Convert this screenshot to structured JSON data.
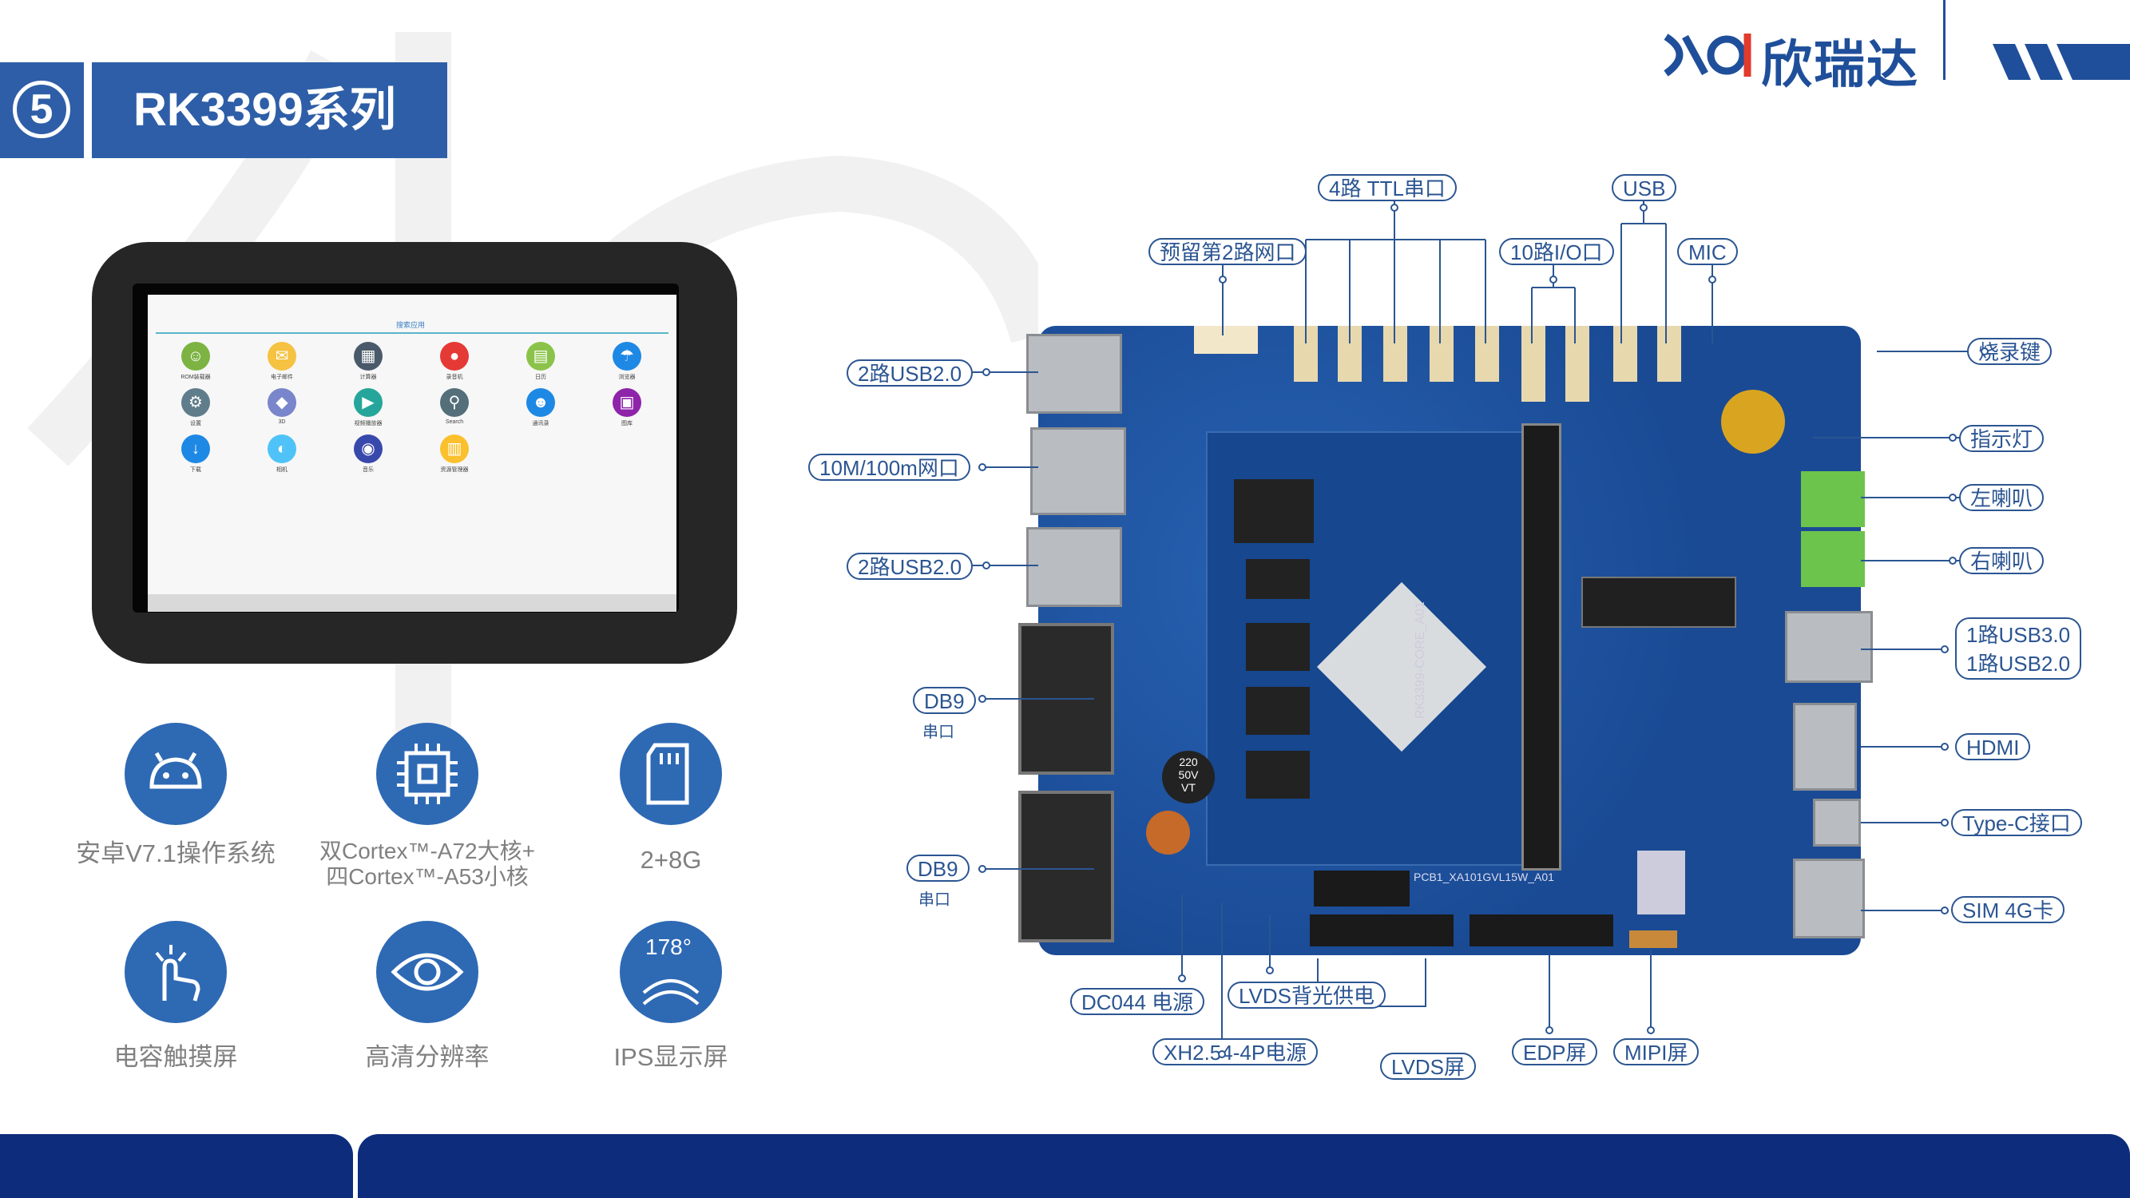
{
  "header": {
    "section_number": "5",
    "title": "RK3399系列"
  },
  "brand": {
    "name": "欣瑞达"
  },
  "tablet": {
    "search_text": "搜索应用",
    "apps": [
      {
        "label": "ROM装载器",
        "icon": "android-icon"
      },
      {
        "label": "电子邮件",
        "icon": "mail-icon"
      },
      {
        "label": "计算器",
        "icon": "calculator-icon"
      },
      {
        "label": "录音机",
        "icon": "recorder-icon"
      },
      {
        "label": "日历",
        "icon": "calendar-icon"
      },
      {
        "label": "浏览器",
        "icon": "browser-icon"
      },
      {
        "label": "设置",
        "icon": "settings-icon"
      },
      {
        "label": "3D",
        "icon": "cube-icon"
      },
      {
        "label": "视频播放器",
        "icon": "video-icon"
      },
      {
        "label": "Search",
        "icon": "search-icon"
      },
      {
        "label": "通讯录",
        "icon": "contacts-icon"
      },
      {
        "label": "图库",
        "icon": "gallery-icon"
      },
      {
        "label": "下载",
        "icon": "download-icon"
      },
      {
        "label": "相机",
        "icon": "camera-icon"
      },
      {
        "label": "音乐",
        "icon": "music-icon"
      },
      {
        "label": "资源管理器",
        "icon": "folder-icon"
      }
    ]
  },
  "features": [
    {
      "label": "安卓V7.1操作系统",
      "icon": "android-icon"
    },
    {
      "label": "双Cortex™-A72大核+\n四Cortex™-A53小核",
      "icon": "cpu-icon"
    },
    {
      "label": "2+8G",
      "icon": "sd-card-icon"
    },
    {
      "label": "电容触摸屏",
      "icon": "touch-icon"
    },
    {
      "label": "高清分辨率",
      "icon": "eye-icon"
    },
    {
      "label": "IPS显示屏",
      "icon": "view-angle-icon",
      "badge": "178°"
    }
  ],
  "board_labels": {
    "ttl": "4路 TTL串口",
    "usb_top": "USB",
    "reserve_lan": "预留第2路网口",
    "io": "10路I/O口",
    "mic": "MIC",
    "usb2_a": "2路USB2.0",
    "burn_key": "烧录键",
    "lan": "10M/100m网口",
    "led": "指示灯",
    "left_spk": "左喇叭",
    "usb2_b": "2路USB2.0",
    "right_spk": "右喇叭",
    "usb3_line1": "1路USB3.0",
    "usb3_line2": "1路USB2.0",
    "db9_a": "DB9",
    "db9_a_sub": "串口",
    "hdmi": "HDMI",
    "typec": "Type-C接口",
    "db9_b": "DB9",
    "db9_b_sub": "串口",
    "sim": "SIM 4G卡",
    "dc": "DC044 电源",
    "lvds_backlight": "LVDS背光供电",
    "xh": "XH2.54-4P电源",
    "lvds": "LVDS屏",
    "edp": "EDP屏",
    "mipi": "MIPI屏"
  },
  "board_text": {
    "cap": "220\n50V\nVT",
    "pcb": "PCB1_XA101GVL15W_A01",
    "core": "RK3399-CORE_A01"
  }
}
